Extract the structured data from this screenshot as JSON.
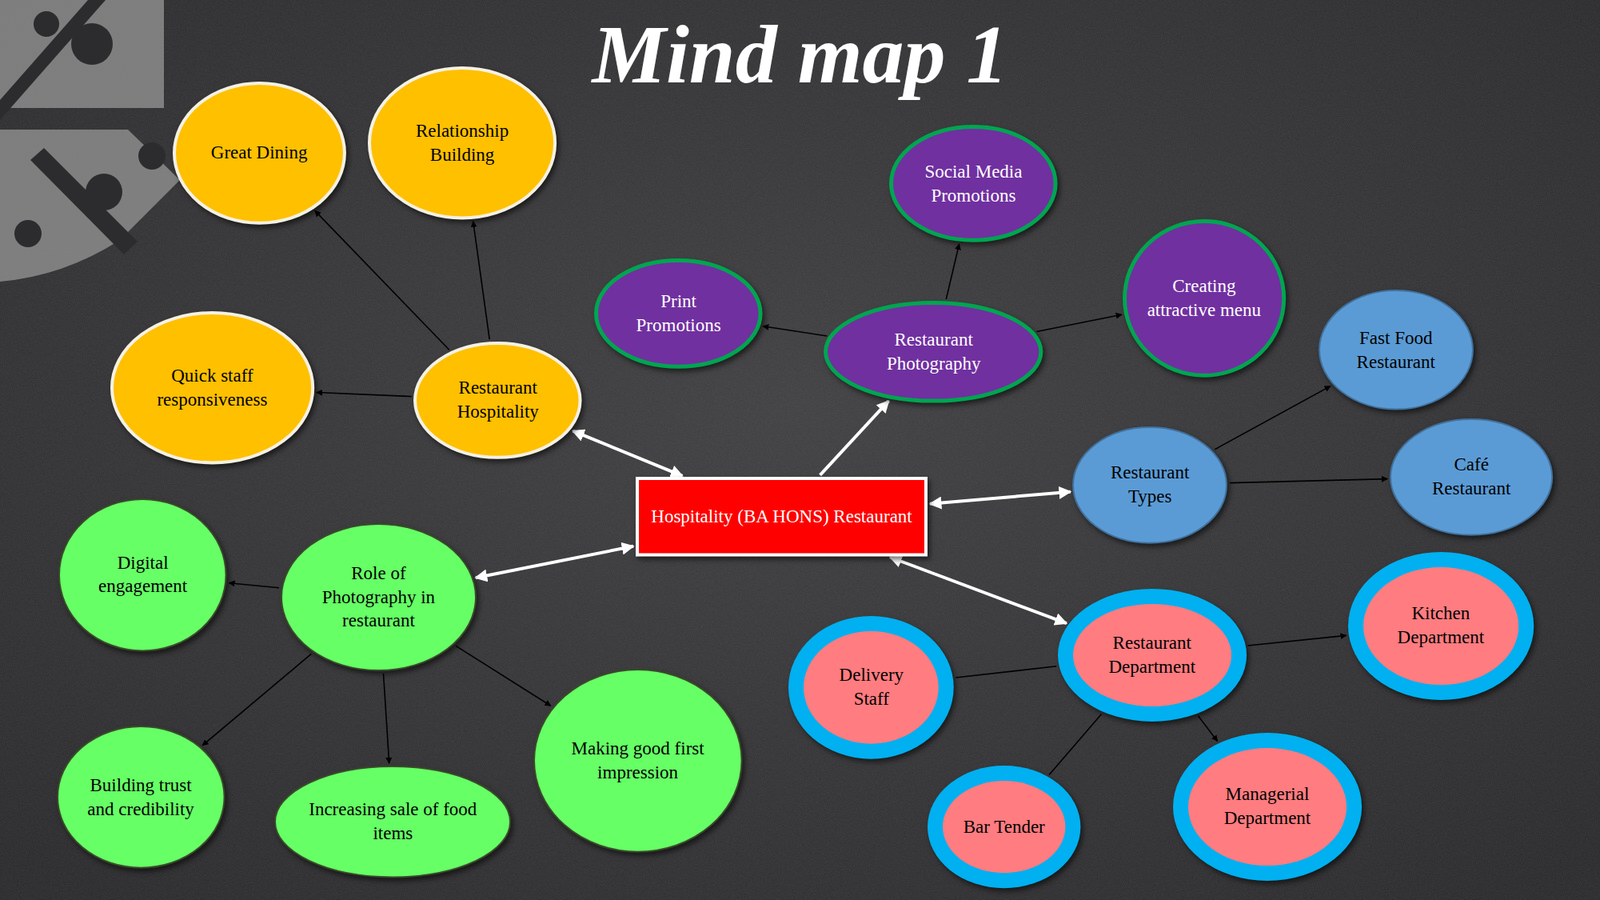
{
  "diagram": {
    "title": "Mind map 1",
    "nodes": [
      {
        "text": [
          "Hospitality (BA HONS) Restaurant"
        ]
      },
      {
        "text": [
          "Restaurant Hospitality"
        ]
      },
      {
        "text": [
          "Great Dining"
        ]
      },
      {
        "text": [
          "Relationship Building"
        ]
      },
      {
        "text": [
          "Quick staff responsiveness"
        ]
      },
      {
        "text": [
          "Restaurant Photography"
        ]
      },
      {
        "text": [
          "Social Media Promotions"
        ]
      },
      {
        "text": [
          "Print Promotions"
        ]
      },
      {
        "text": [
          "Creating attractive menu"
        ]
      },
      {
        "text": [
          "Restaurant Types"
        ]
      },
      {
        "text": [
          "Fast Food Restaurant"
        ]
      },
      {
        "text": [
          "Café Restaurant"
        ]
      },
      {
        "text": [
          "Role of Photography in restaurant"
        ]
      },
      {
        "text": [
          "Digital engagement"
        ]
      },
      {
        "text": [
          "Building trust and credibility"
        ]
      },
      {
        "text": [
          "Increasing sale of food items"
        ]
      },
      {
        "text": [
          "Making good first impression"
        ]
      },
      {
        "text": [
          "Restaurant Department"
        ]
      },
      {
        "text": [
          "Delivery Staff"
        ]
      },
      {
        "text": [
          "Kitchen Department"
        ]
      },
      {
        "text": [
          "Bar Tender"
        ]
      },
      {
        "text": [
          "Managerial Department"
        ]
      }
    ],
    "edges": [
      {
        "from": 0,
        "to": 1,
        "arrow": "both"
      },
      {
        "from": 0,
        "to": 5,
        "arrow": "to"
      },
      {
        "from": 0,
        "to": 9,
        "arrow": "both"
      },
      {
        "from": 0,
        "to": 17,
        "arrow": "both"
      },
      {
        "from": 0,
        "to": 12,
        "arrow": "both"
      },
      {
        "from": 1,
        "to": 2,
        "arrow": "to"
      },
      {
        "from": 1,
        "to": 3,
        "arrow": "to"
      },
      {
        "from": 1,
        "to": 4,
        "arrow": "to"
      },
      {
        "from": 5,
        "to": 6,
        "arrow": "to"
      },
      {
        "from": 5,
        "to": 7,
        "arrow": "to"
      },
      {
        "from": 5,
        "to": 8,
        "arrow": "to"
      },
      {
        "from": 9,
        "to": 10,
        "arrow": "to"
      },
      {
        "from": 9,
        "to": 11,
        "arrow": "to"
      },
      {
        "from": 12,
        "to": 13,
        "arrow": "to"
      },
      {
        "from": 12,
        "to": 14,
        "arrow": "to"
      },
      {
        "from": 12,
        "to": 15,
        "arrow": "to"
      },
      {
        "from": 12,
        "to": 16,
        "arrow": "to"
      },
      {
        "from": 17,
        "to": 18,
        "arrow": "none"
      },
      {
        "from": 17,
        "to": 19,
        "arrow": "to"
      },
      {
        "from": 17,
        "to": 20,
        "arrow": "none"
      },
      {
        "from": 17,
        "to": 21,
        "arrow": "to"
      }
    ]
  }
}
